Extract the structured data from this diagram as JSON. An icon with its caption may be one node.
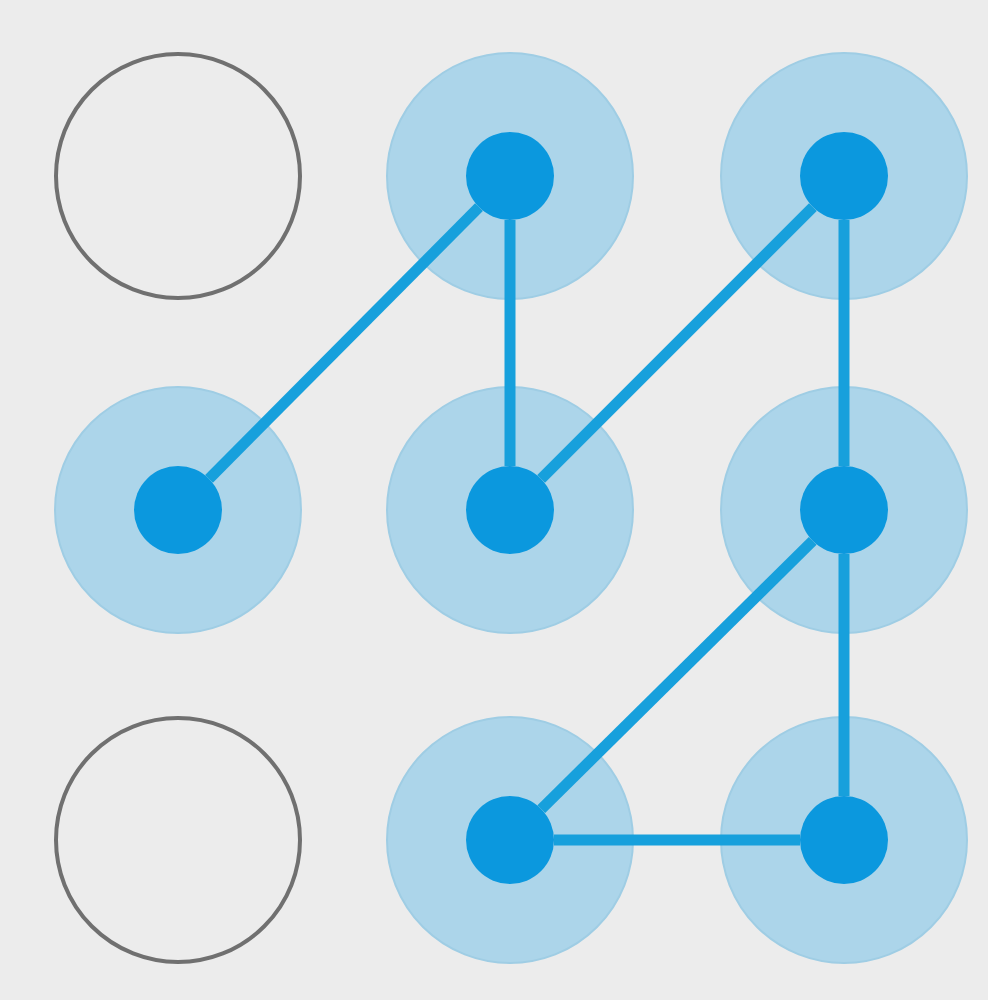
{
  "diagram": {
    "nodes": [
      {
        "text": [],
        "shape": "circle"
      },
      {
        "text": [],
        "shape": "circle"
      },
      {
        "text": [],
        "shape": "circle",
        "in": 1
      },
      {
        "text": [],
        "shape": "circle"
      },
      {
        "text": [],
        "shape": "circle",
        "in": 3
      },
      {
        "text": [],
        "shape": "circle"
      },
      {
        "text": [],
        "shape": "circle",
        "in": 5
      },
      {
        "text": [],
        "shape": "circle"
      },
      {
        "text": [],
        "shape": "circle",
        "in": 7
      },
      {
        "text": [],
        "shape": "circle"
      },
      {
        "text": [],
        "shape": "circle",
        "in": 9
      },
      {
        "text": [],
        "shape": "circle"
      },
      {
        "text": [],
        "shape": "circle"
      },
      {
        "text": [],
        "shape": "circle",
        "in": 12
      },
      {
        "text": [],
        "shape": "circle"
      },
      {
        "text": [],
        "shape": "circle",
        "in": 14
      }
    ],
    "edges": [
      {
        "from": 6,
        "to": 2,
        "arrow": "none"
      },
      {
        "from": 2,
        "to": 8,
        "arrow": "none"
      },
      {
        "from": 8,
        "to": 4,
        "arrow": "none"
      },
      {
        "from": 4,
        "to": 10,
        "arrow": "none"
      },
      {
        "from": 10,
        "to": 15,
        "arrow": "none"
      },
      {
        "from": 15,
        "to": 13,
        "arrow": "none"
      },
      {
        "from": 13,
        "to": 10,
        "arrow": "none"
      }
    ]
  }
}
